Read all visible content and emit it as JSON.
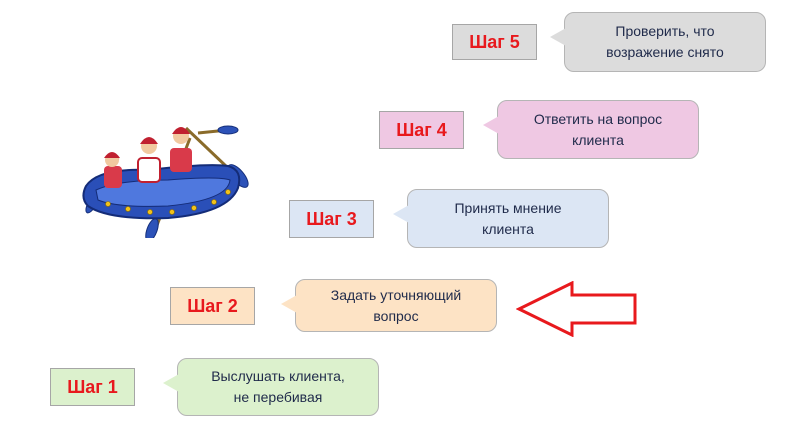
{
  "steps": [
    {
      "label": "Шаг 1",
      "text": "Выслушать клиента,\nне перебивая",
      "color": "#dcf1cd",
      "label_color": "#dcf1cd"
    },
    {
      "label": "Шаг 2",
      "text": "Задать уточняющий\nвопрос",
      "color": "#fde3c5",
      "label_color": "#fde3c5"
    },
    {
      "label": "Шаг 3",
      "text": "Принять мнение\nклиента",
      "color": "#dce6f4",
      "label_color": "#dce6f4"
    },
    {
      "label": "Шаг 4",
      "text": "Ответить на вопрос\nклиента",
      "color": "#efc8e3",
      "label_color": "#efc8e3"
    },
    {
      "label": "Шаг 5",
      "text": "Проверить, что\nвозражение снято",
      "color": "#dcdcdc",
      "label_color": "#dcdcdc"
    }
  ],
  "accent_color": "#e8191d",
  "icons": {
    "illustration": "rafting-boat-icon",
    "pointer": "arrow-left-outline-icon"
  },
  "highlighted_step": 2
}
